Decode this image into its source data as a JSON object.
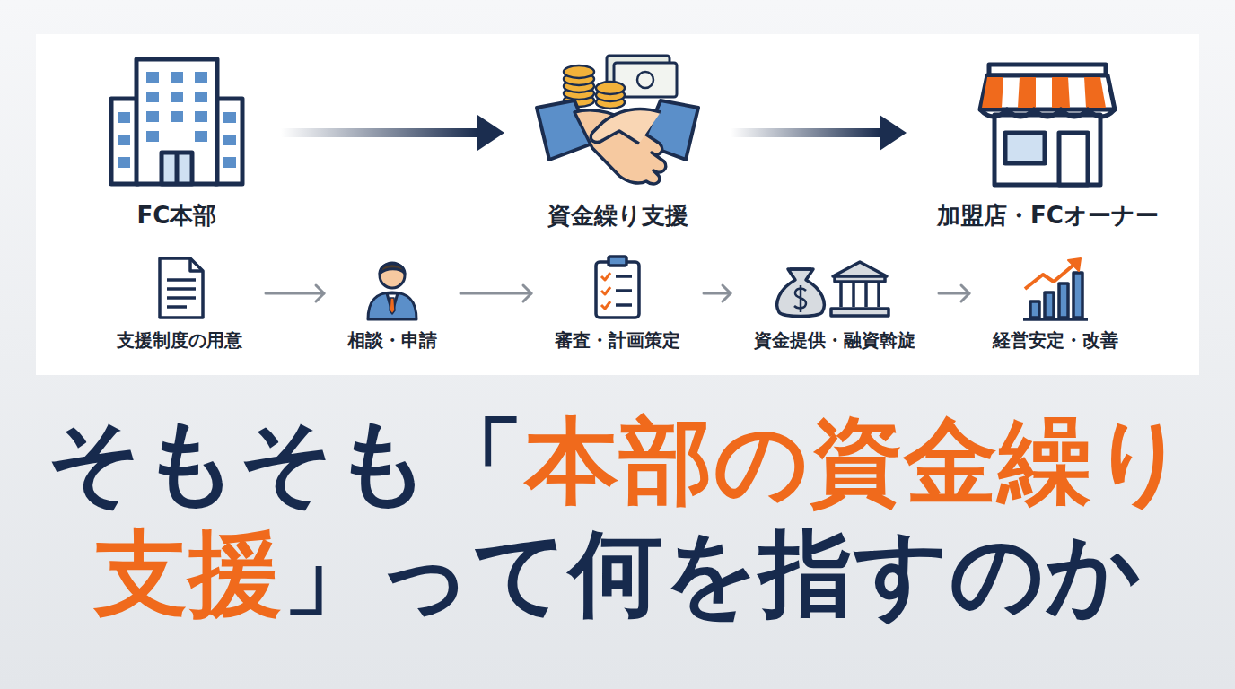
{
  "diagram": {
    "title": "そもそも「本部の資金繰り支援」って何を指すのか",
    "nodes": [
      {
        "text": [
          "FC本部"
        ]
      },
      {
        "text": [
          "資金繰り支援"
        ]
      },
      {
        "text": [
          "加盟店・FCオーナー"
        ]
      },
      {
        "text": [
          "支援制度の用意"
        ]
      },
      {
        "text": [
          "相談・申請"
        ]
      },
      {
        "text": [
          "審査・計画策定"
        ]
      },
      {
        "text": [
          "資金提供・融資斡旋"
        ]
      },
      {
        "text": [
          "経営安定・改善"
        ]
      }
    ],
    "edges": [
      {
        "from": 0,
        "to": 1,
        "arrow": "to"
      },
      {
        "from": 1,
        "to": 2,
        "arrow": "to"
      },
      {
        "from": 3,
        "to": 4,
        "arrow": "to"
      },
      {
        "from": 4,
        "to": 5,
        "arrow": "to"
      },
      {
        "from": 5,
        "to": 6,
        "arrow": "to"
      },
      {
        "from": 6,
        "to": 7,
        "arrow": "to"
      }
    ]
  }
}
